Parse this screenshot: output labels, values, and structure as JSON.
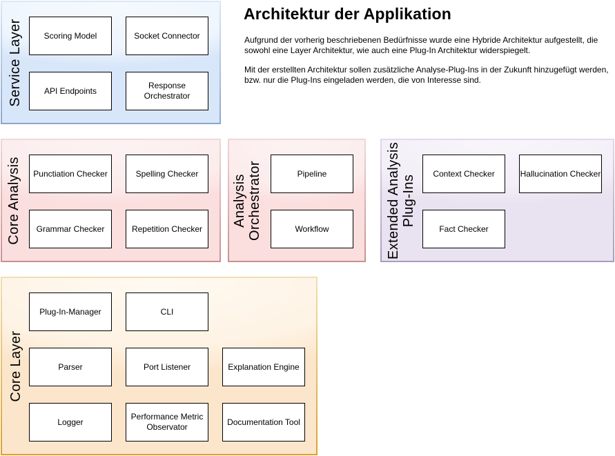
{
  "header": {
    "title": "Architektur der Applikation",
    "paragraphs": [
      "Aufgrund der vorherig beschriebenen Bedürfnisse wurde eine Hybride Architektur aufgestellt, die\nsowohl eine Layer Architektur, wie auch eine Plug-In Architektur widerspiegelt.",
      "Mit der erstellten Architektur sollen zusätzliche Analyse-Plug-Ins in der Zukunft hinzugefügt werden,\nbzw. nur die Plug-Ins eingeladen werden, die von Interesse sind."
    ]
  },
  "containers": [
    {
      "label": "Service Layer",
      "fill": "#d8e6fa",
      "stroke": "#8ba6ca",
      "boxes": [
        {
          "label": "Scoring Model"
        },
        {
          "label": "Socket Connector"
        },
        {
          "label": "API Endpoints"
        },
        {
          "label": "Response Orchestrator"
        }
      ]
    },
    {
      "label": "Core Analysis",
      "fill": "#fbdede",
      "stroke": "#c89090",
      "boxes": [
        {
          "label": "Punctiation Checker"
        },
        {
          "label": "Spelling Checker"
        },
        {
          "label": "Grammar Checker"
        },
        {
          "label": "Repetition Checker"
        }
      ]
    },
    {
      "label": "Analysis\nOrchestrator",
      "fill": "#fbdede",
      "stroke": "#c89090",
      "boxes": [
        {
          "label": "Pipeline"
        },
        {
          "label": "Workflow"
        }
      ]
    },
    {
      "label": "Extended Analysis\nPlug-Ins",
      "fill": "#e9e2f0",
      "stroke": "#ab9bbd",
      "boxes": [
        {
          "label": "Context Checker"
        },
        {
          "label": "Hallucination Checker"
        },
        {
          "label": "Fact Checker"
        }
      ]
    },
    {
      "label": "Core Layer",
      "fill": "#fce6cb",
      "stroke": "#d9a22e",
      "boxes": [
        {
          "label": "Plug-In-Manager"
        },
        {
          "label": "CLI"
        },
        {
          "label": "Parser"
        },
        {
          "label": "Port Listener"
        },
        {
          "label": "Explanation Engine"
        },
        {
          "label": "Logger"
        },
        {
          "label": "Performance Metric Observator"
        },
        {
          "label": "Documentation Tool"
        }
      ]
    }
  ]
}
